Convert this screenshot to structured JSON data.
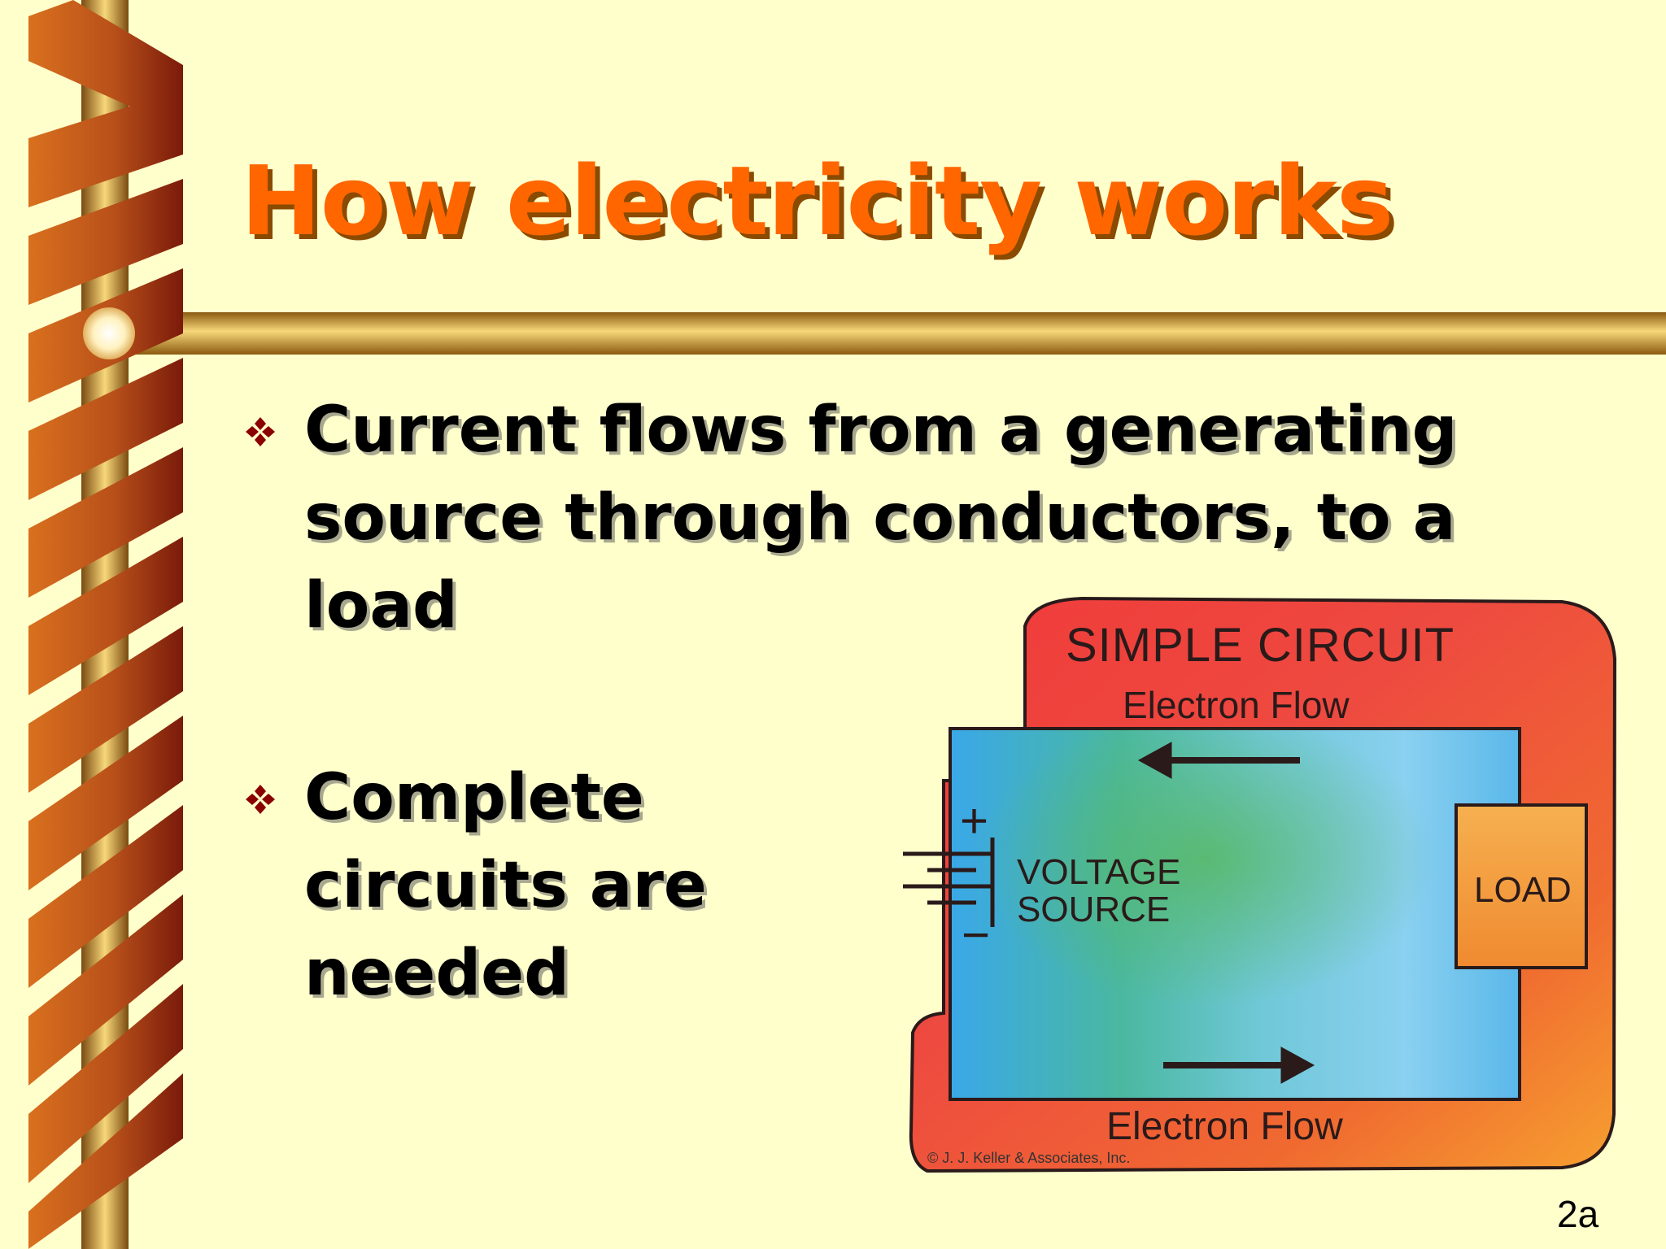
{
  "slide": {
    "title": "How electricity works",
    "bullets": [
      {
        "text": "Current flows from a generating source through conductors, to a load"
      },
      {
        "text": "Complete circuits are needed"
      }
    ],
    "bullet_icon": "four-diamond-bullet-icon",
    "page_number": "2a"
  },
  "figure": {
    "title": "SIMPLE CIRCUIT",
    "flow_top": "Electron Flow",
    "flow_bottom": "Electron Flow",
    "voltage_source": "VOLTAGE SOURCE",
    "load": "LOAD",
    "plus_sign": "+",
    "minus_sign": "−",
    "copyright": "© J. J. Keller & Associates, Inc."
  },
  "colors": {
    "background": "#ffffcc",
    "title": "#ff6600",
    "text": "#000000",
    "bar": "#d4a440",
    "ribbon": "#c8641e",
    "bullet": "#8b0000"
  }
}
